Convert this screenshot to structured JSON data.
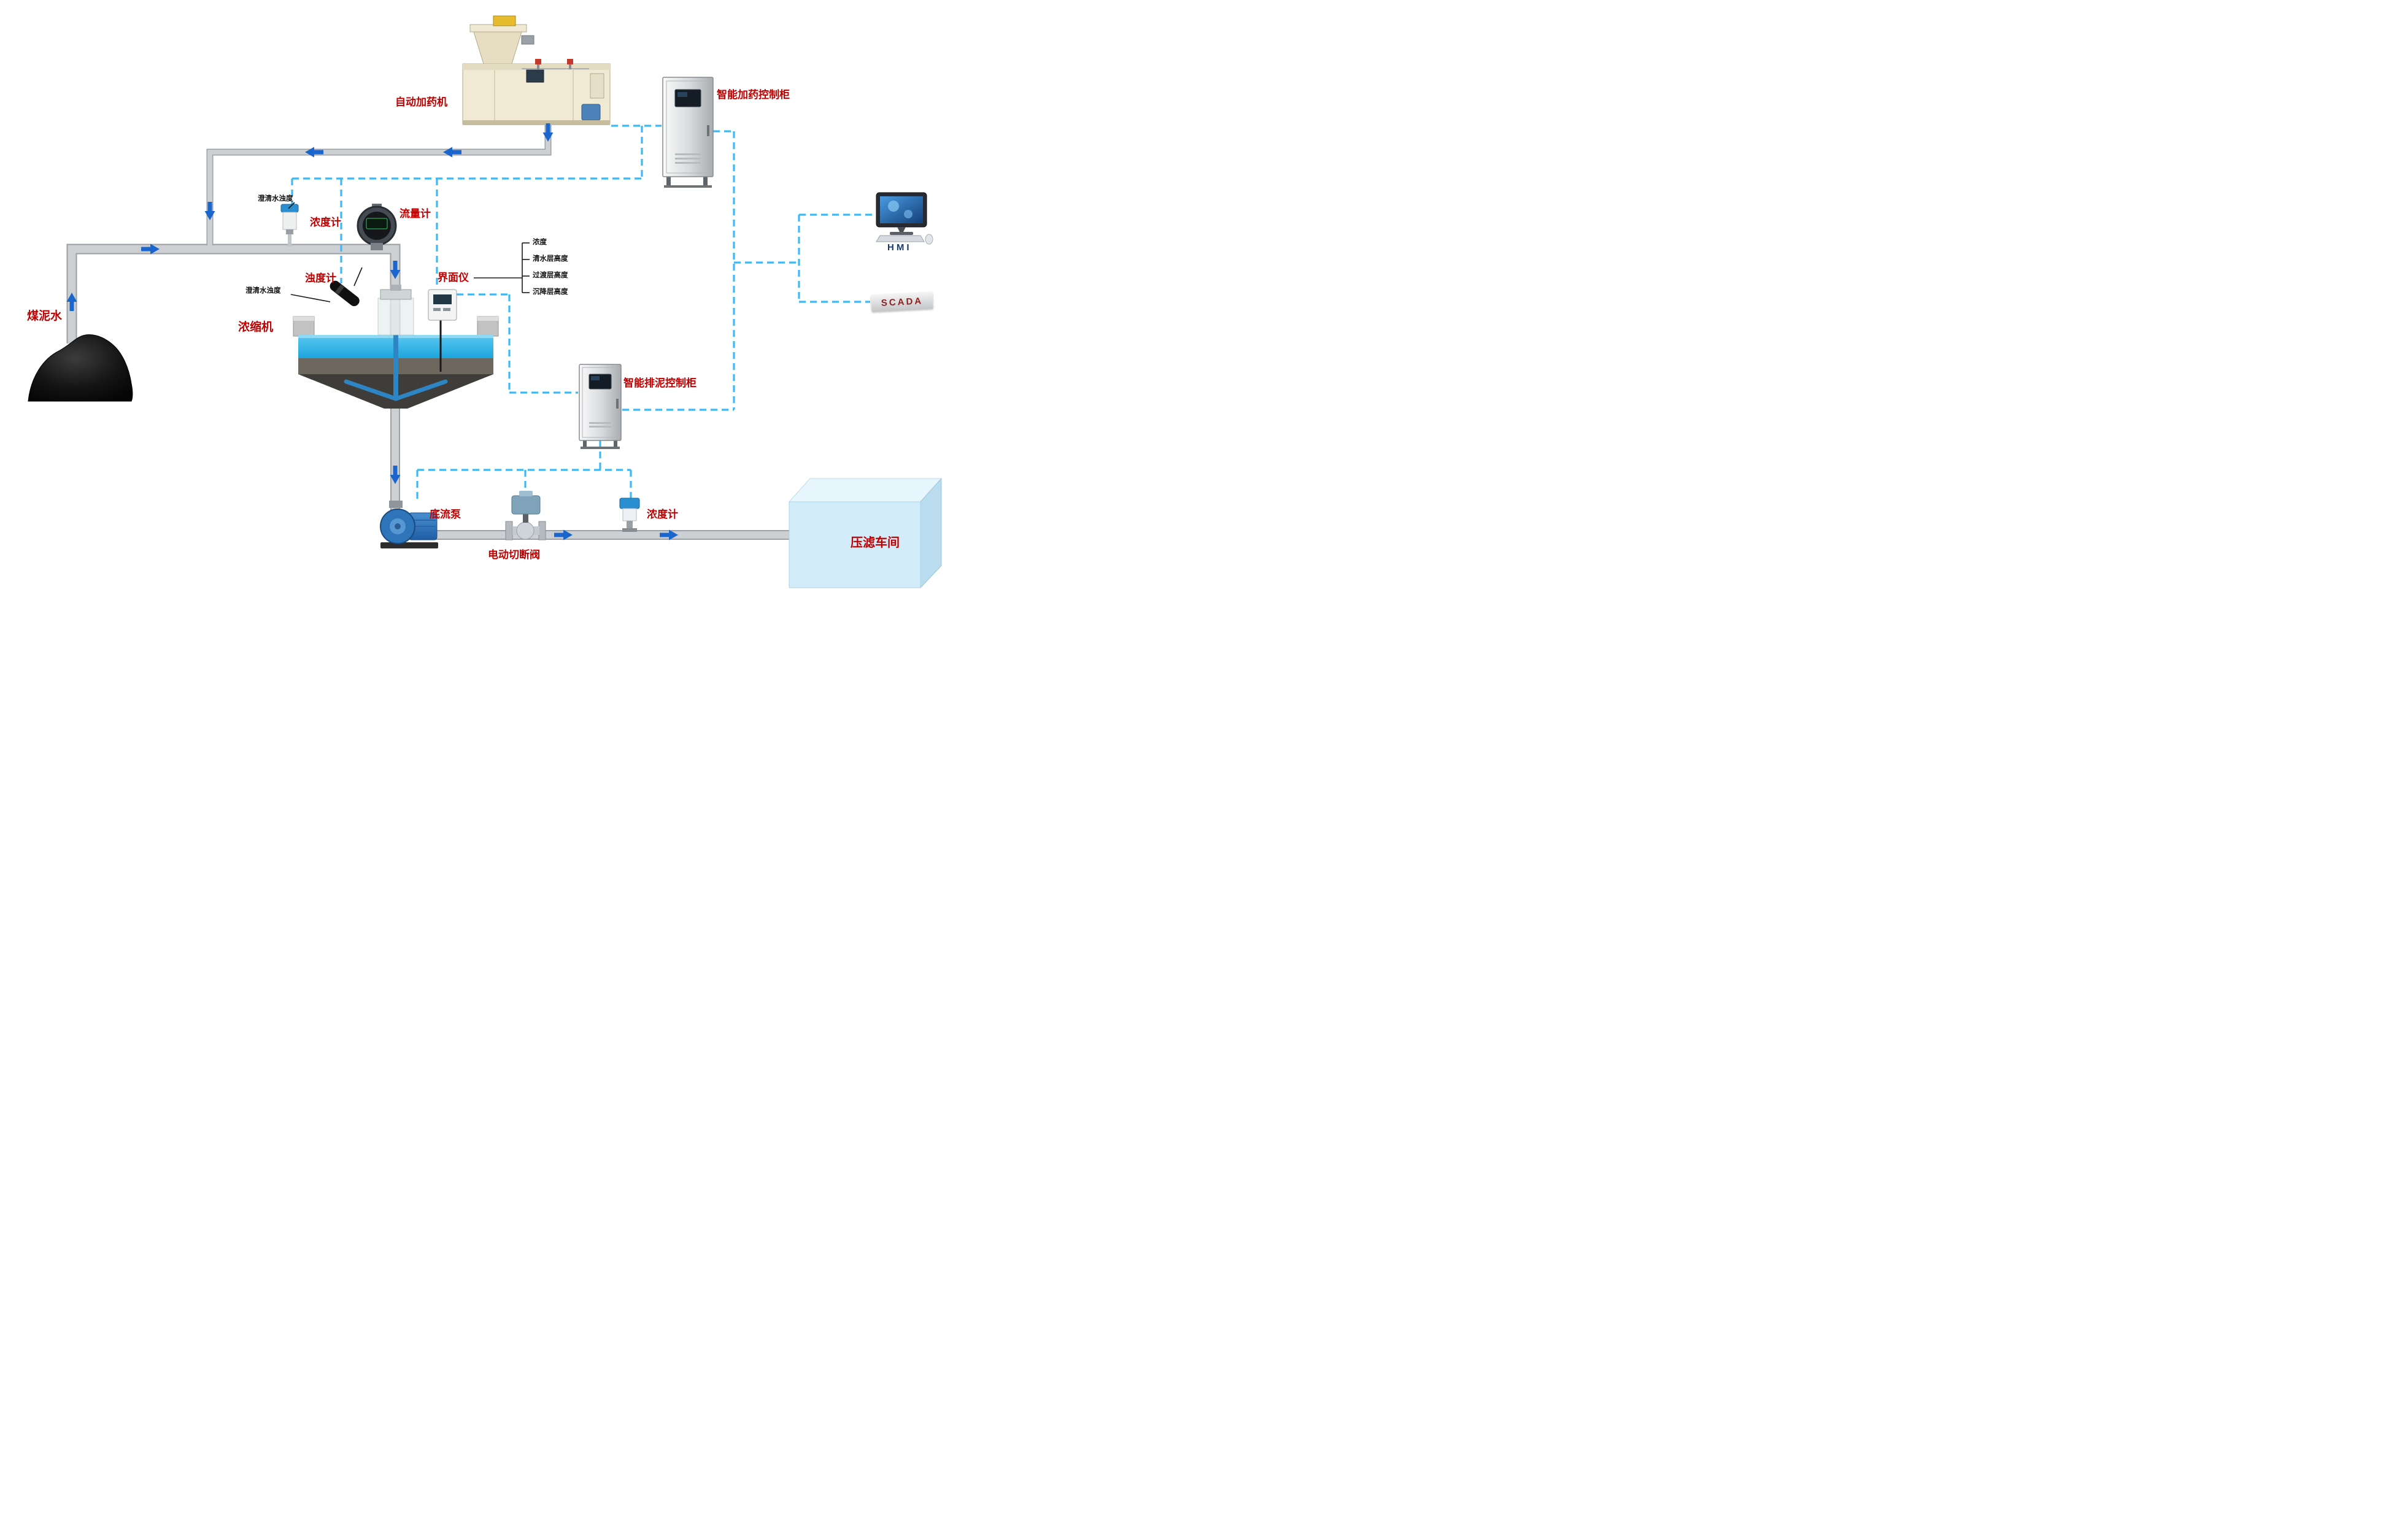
{
  "labels": {
    "auto_dosing_machine": "自动加药机",
    "dosing_control_cabinet": "智能加药控制柜",
    "hmi": "HMI",
    "scada": "SCADA",
    "coal_slurry_water": "煤泥水",
    "clarified_water_turbidity_top": "澄清水浊度",
    "density_meter_top": "浓度计",
    "flow_meter": "流量计",
    "turbidity_meter": "浊度计",
    "clarified_water_turbidity_mid": "澄清水浊度",
    "thickener": "浓缩机",
    "interface_meter": "界面仪",
    "interface_outputs": [
      "浓度",
      "清水层高度",
      "过渡层高度",
      "沉降层高度"
    ],
    "sludge_control_cabinet": "智能排泥控制柜",
    "underflow_pump": "底流泵",
    "electric_shutoff_valve": "电动切断阀",
    "density_meter_bottom": "浓度计",
    "filter_press_workshop": "压滤车间"
  },
  "colors": {
    "label_red": "#c00000",
    "signal_dashed_blue": "#3db9f4",
    "flow_arrow_blue": "#1b66cc",
    "pipe_gray": "#ccd0d3",
    "water_blue": "#2fb4e8",
    "scada_text": "#8e1f1f",
    "hmi_text": "#173a6b"
  }
}
